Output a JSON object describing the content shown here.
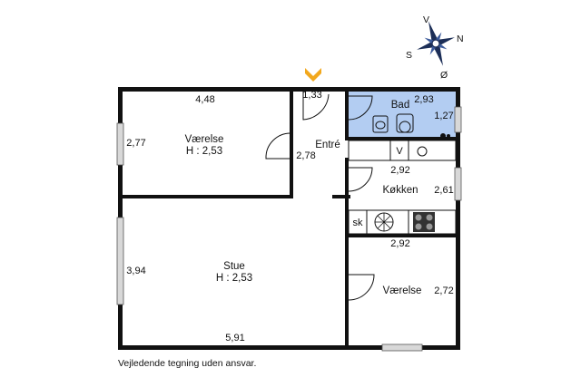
{
  "compass": {
    "north": "N",
    "south": "S",
    "v": "V",
    "oe": "Ø"
  },
  "rooms": {
    "vaerelse1": {
      "name": "Værelse",
      "height": "H : 2,53"
    },
    "entre": {
      "name": "Entré"
    },
    "bad": {
      "name": "Bad"
    },
    "koekken": {
      "name": "Køkken"
    },
    "stue": {
      "name": "Stue",
      "height": "H : 2,53"
    },
    "vaerelse2": {
      "name": "Værelse"
    }
  },
  "dimensions": {
    "vaerelse1_width": "4,48",
    "entrance_width": "1,33",
    "bad_width": "2,93",
    "bad_depth": "1,27",
    "vaerelse1_depth": "2,77",
    "entre_depth": "2,78",
    "koekken_width_top": "2,92",
    "koekken_depth": "2,61",
    "koekken_width_bottom": "2,92",
    "stue_depth": "3,94",
    "vaerelse2_depth": "2,72",
    "stue_width": "5,91"
  },
  "fixtures": {
    "washer": "V",
    "stove": "sk"
  },
  "colors": {
    "bathroom": "#b3cdf2",
    "entrance_marker": "#f2a81d",
    "walls": "#111111"
  },
  "caption": "Vejledende tegning uden ansvar."
}
